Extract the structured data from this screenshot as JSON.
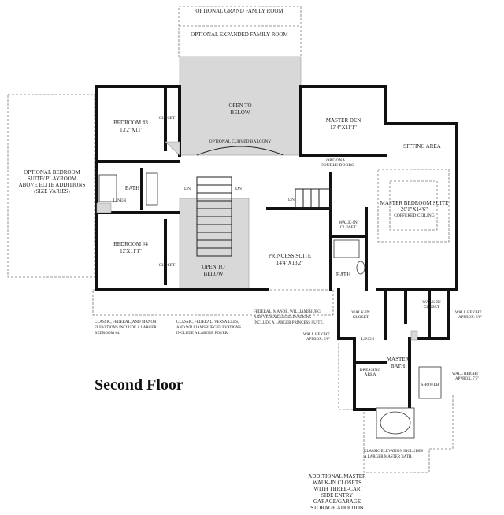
{
  "floor_title": "Second Floor",
  "rooms": {
    "bedroom3": {
      "name": "BEDROOM #3",
      "dims": "13'2\"X11'"
    },
    "bedroom4": {
      "name": "BEDROOM #4",
      "dims": "12'X11'1\""
    },
    "master_den": {
      "name": "MASTER DEN",
      "dims": "13'4\"X11'1\""
    },
    "master_suite": {
      "name": "MASTER BEDROOM SUITE",
      "dims": "26'1\"X14'6\"",
      "note": "COFFERED CEILING"
    },
    "princess_suite": {
      "name": "PRINCESS SUITE",
      "dims": "14'4\"X13'2\""
    },
    "master_bath": {
      "name": "MASTER",
      "name2": "BATH"
    },
    "sitting": "SITTING AREA",
    "open_below_top": [
      "OPEN TO",
      "BELOW"
    ],
    "open_below_stair": [
      "OPEN TO",
      "BELOW"
    ]
  },
  "labels": {
    "closet": "CLOSET",
    "bath": "BATH",
    "linen": "LINEN",
    "walk_in_closet": [
      "WALK-IN",
      "CLOSET"
    ],
    "dn": "DN",
    "dressing": [
      "DRESSING",
      "AREA"
    ],
    "shower": "SHOWER",
    "curved_balcony": "OPTIONAL CURVED BALCONY",
    "double_doors": [
      "OPTIONAL",
      "DOUBLE DOORS"
    ],
    "wall_height_1": [
      "WALL HEIGHT",
      "APPROX. 6'6\""
    ],
    "wall_height_2": [
      "WALL HEIGHT",
      "APPROX. 6'6\""
    ],
    "wall_height_3": [
      "WALL HEIGHT",
      "APPROX. 7'5\""
    ]
  },
  "options": {
    "grand_family": "OPTIONAL GRAND FAMILY ROOM",
    "expanded_family": "OPTIONAL EXPANDED FAMILY ROOM",
    "bedroom_suite": [
      "OPTIONAL BEDROOM",
      "SUITE/ PLAYROOM",
      "ABOVE ELITE ADDITIONS",
      "(SIZE VARIES)"
    ]
  },
  "notes": {
    "larger_bedroom4": [
      "CLASSIC, FEDERAL, AND MANOR",
      "ELEVATIONS INCLUDE A LARGER",
      "BEDROOM #4."
    ],
    "larger_foyer": [
      "CLASSIC, FEDERAL, VERSAILLES,",
      "AND WILLIAMSBURG ELEVATIONS",
      "INCLUDE A LARGER FOYER."
    ],
    "larger_princess": [
      "FEDERAL, MANOR, WILLIAMSBURG,",
      "AND VERSAILLES ELEVATIONS",
      "INCLUDE A LARGER PRINCESS SUITE."
    ],
    "larger_master_bath": [
      "CLASSIC ELEVATION INCLUDES",
      "A LARGER MASTER BATH."
    ],
    "additional_closets": [
      "ADDITIONAL MASTER",
      "WALK-IN CLOSETS",
      "WITH THREE-CAR",
      "SIDE ENTRY",
      "GARAGE/GARAGE",
      "STORAGE ADDITION"
    ]
  }
}
